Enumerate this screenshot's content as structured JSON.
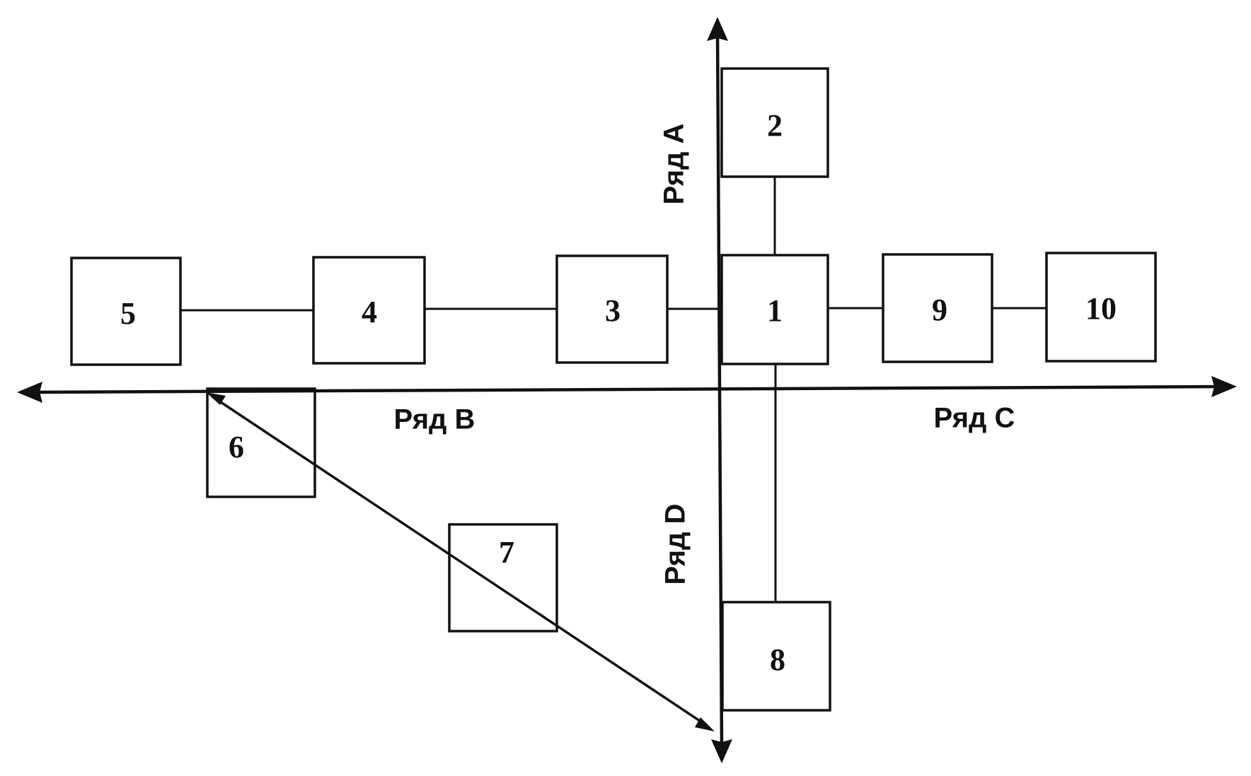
{
  "nodes": [
    {
      "id": "1",
      "label": "1"
    },
    {
      "id": "2",
      "label": "2"
    },
    {
      "id": "3",
      "label": "3"
    },
    {
      "id": "4",
      "label": "4"
    },
    {
      "id": "5",
      "label": "5"
    },
    {
      "id": "6",
      "label": "6"
    },
    {
      "id": "7",
      "label": "7"
    },
    {
      "id": "8",
      "label": "8"
    },
    {
      "id": "9",
      "label": "9"
    },
    {
      "id": "10",
      "label": "10"
    }
  ],
  "edges": [
    {
      "from": "1",
      "to": "2"
    },
    {
      "from": "1",
      "to": "3"
    },
    {
      "from": "3",
      "to": "4"
    },
    {
      "from": "4",
      "to": "5"
    },
    {
      "from": "1",
      "to": "9"
    },
    {
      "from": "9",
      "to": "10"
    },
    {
      "from": "1",
      "to": "8"
    },
    {
      "from": "6",
      "to": "8",
      "style": "double-arrow"
    }
  ],
  "rows": {
    "a": "Ряд A",
    "b": "Ряд B",
    "c": "Ряд C",
    "d": "Ряд D"
  }
}
